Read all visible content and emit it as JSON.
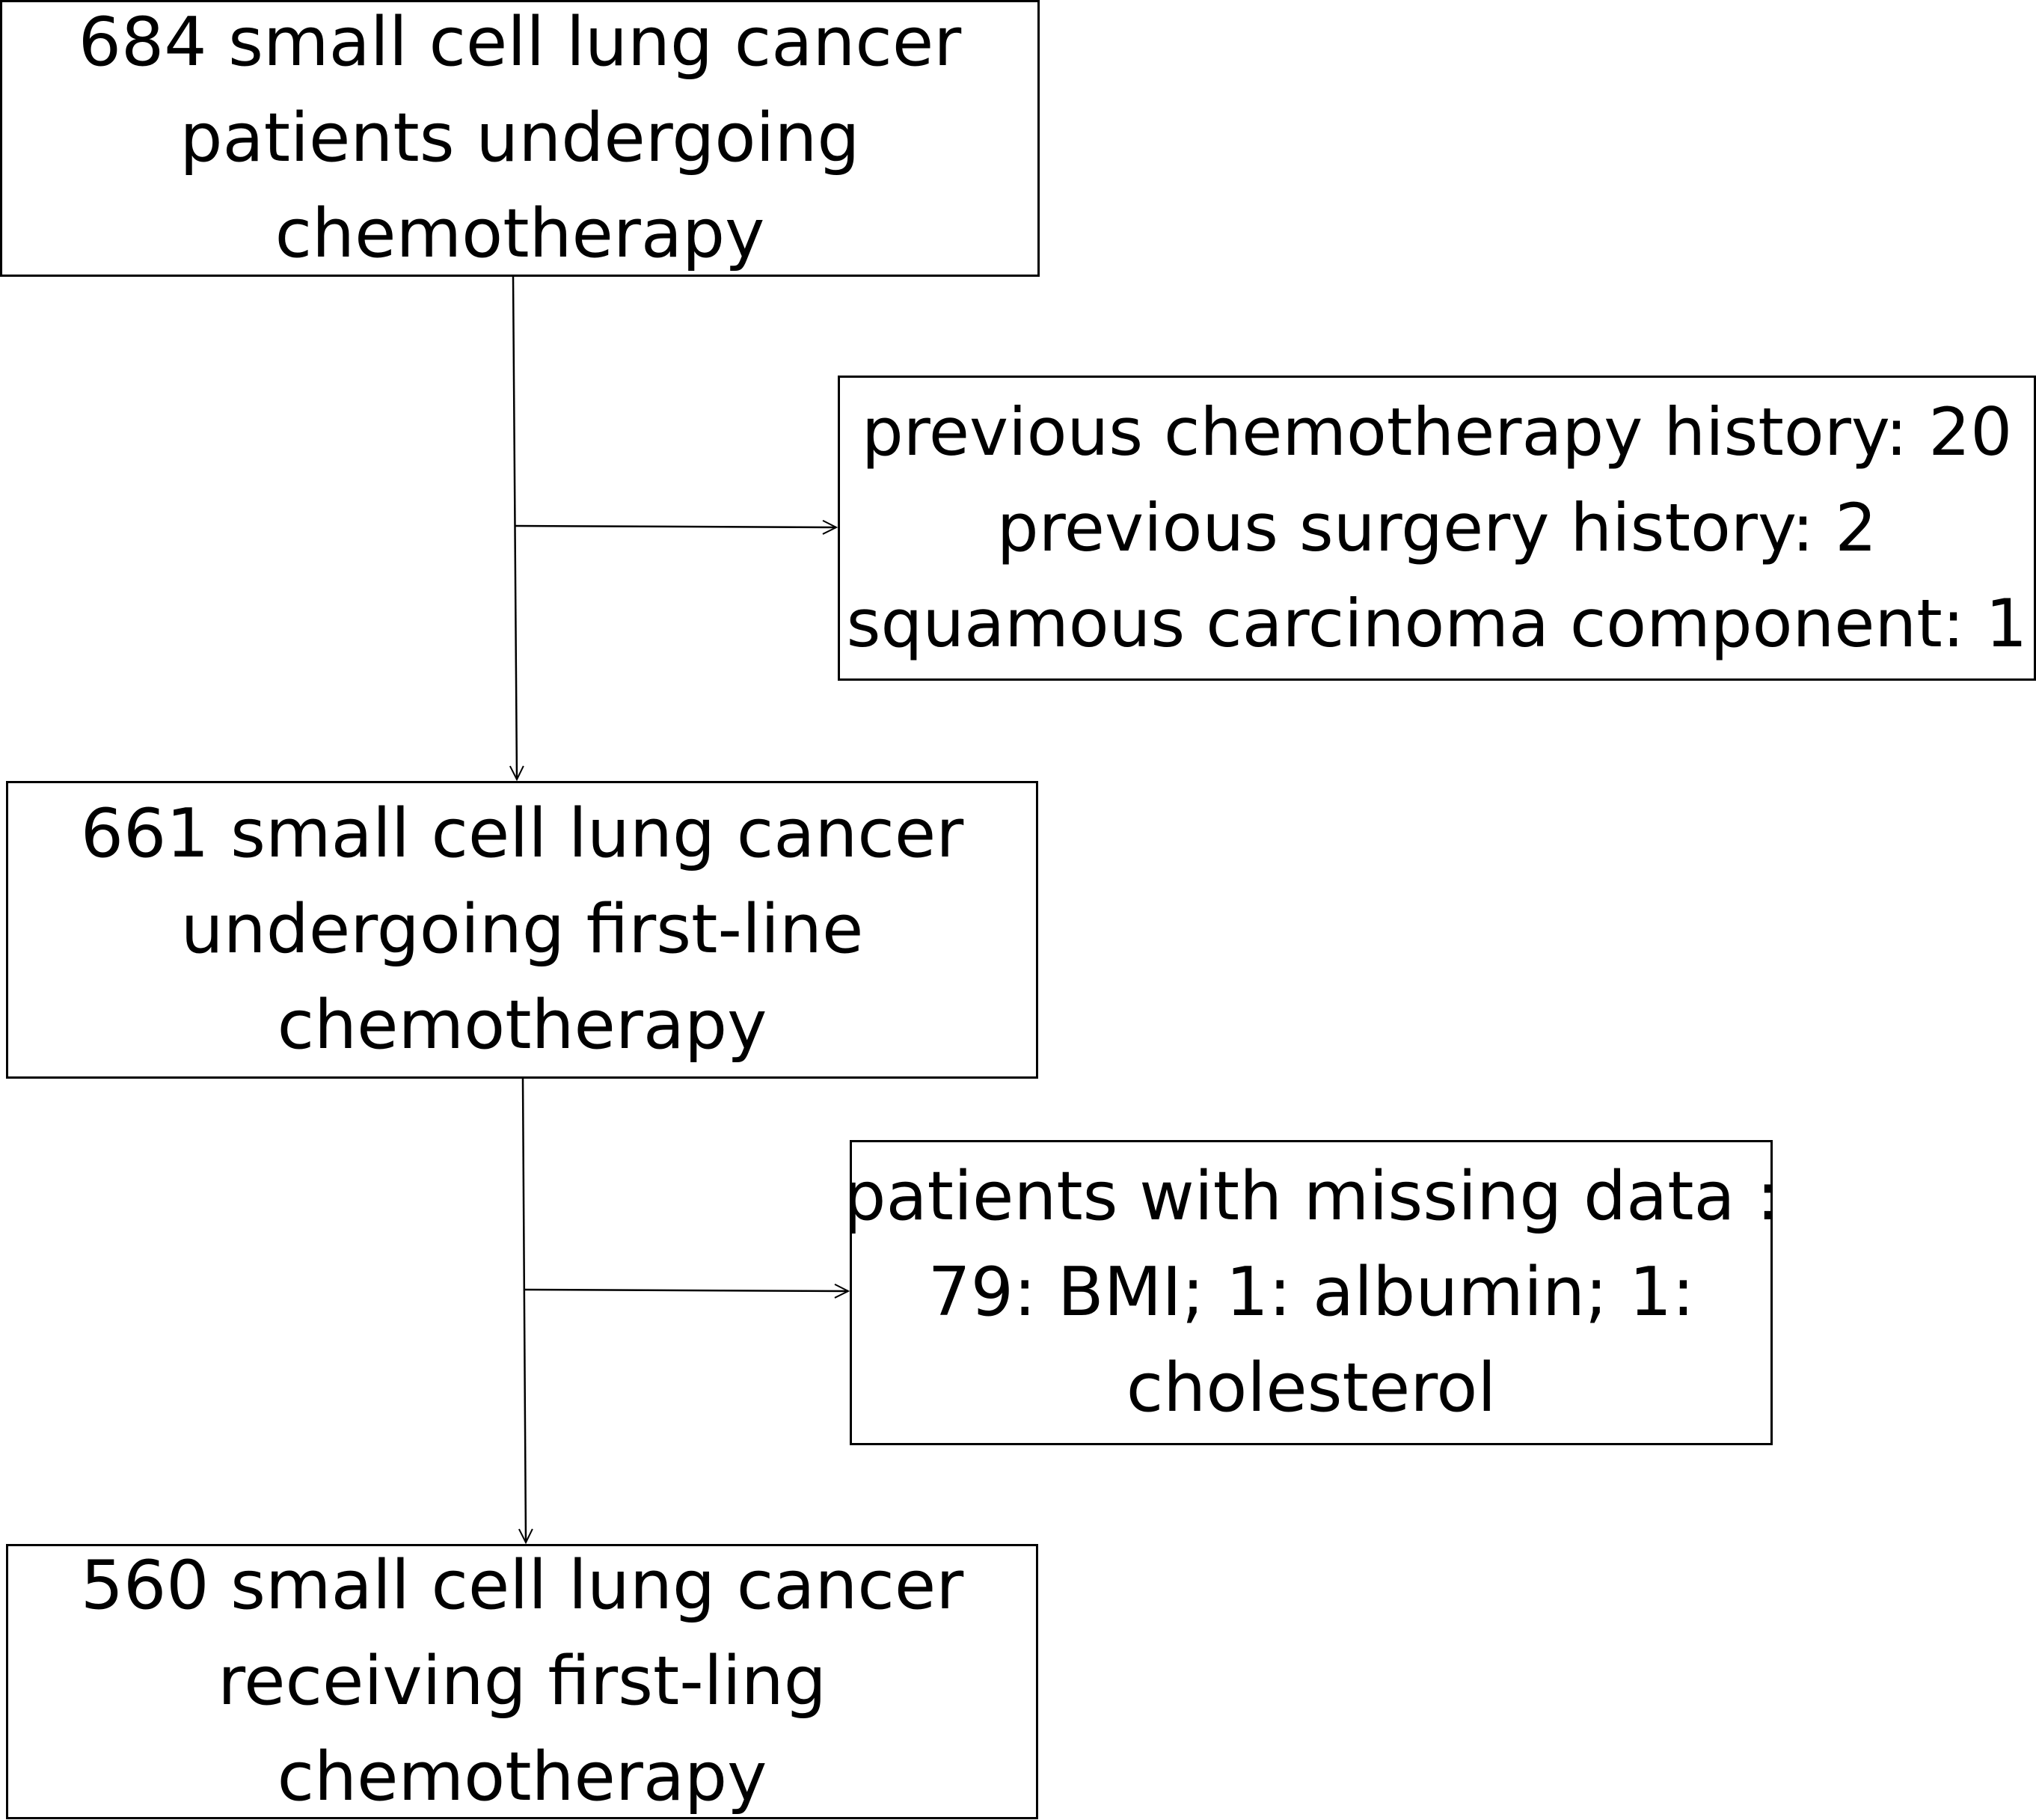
{
  "flowchart": {
    "boxes": [
      {
        "id": "initial-cohort",
        "lines": [
          "684 small cell lung cancer",
          "patients undergoing",
          "chemotherapy"
        ]
      },
      {
        "id": "exclusion-1",
        "lines": [
          "previous chemotherapy history: 20",
          "previous surgery history: 2",
          "squamous carcinoma component: 1"
        ]
      },
      {
        "id": "first-line-cohort",
        "lines": [
          "661 small cell lung cancer",
          "undergoing first-line",
          "chemotherapy"
        ]
      },
      {
        "id": "exclusion-2",
        "lines": [
          "patients with missing data :",
          "79: BMI; 1: albumin; 1:",
          "cholesterol"
        ]
      },
      {
        "id": "final-cohort",
        "lines": [
          "560 small cell lung cancer",
          "receiving first-ling",
          "chemotherapy"
        ]
      }
    ],
    "line_color": "#000000"
  }
}
